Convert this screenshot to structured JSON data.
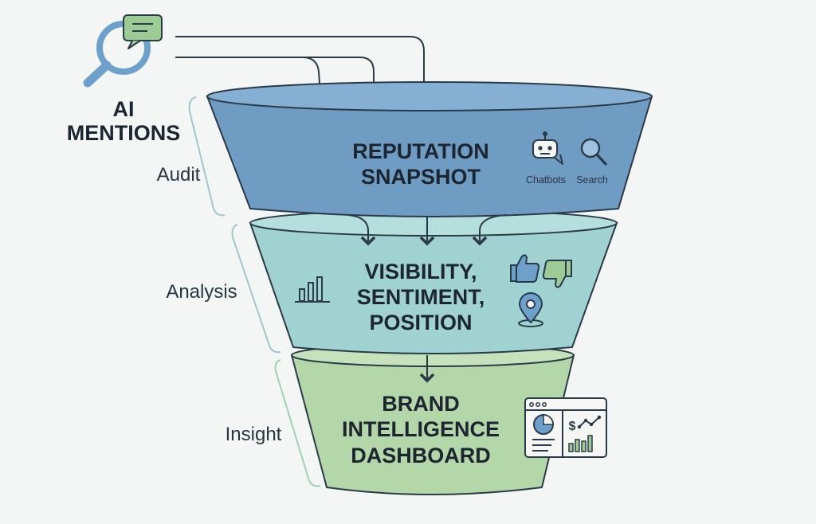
{
  "source": {
    "title_line1": "AI",
    "title_line2": "MENTIONS"
  },
  "stages": [
    {
      "side_label": "Audit",
      "title_lines": [
        "REPUTATION",
        "SNAPSHOT"
      ],
      "icon_captions": [
        "Chatbots",
        "Search"
      ]
    },
    {
      "side_label": "Analysis",
      "title_lines": [
        "VISIBILITY,",
        "SENTIMENT,",
        "POSITION"
      ]
    },
    {
      "side_label": "Insight",
      "title_lines": [
        "BRAND",
        "INTELLIGENCE",
        "DASHBOARD"
      ]
    }
  ],
  "colors": {
    "stage1": "#6f9cc3",
    "stage1_top": "#86b0d3",
    "stage2": "#9fd2d0",
    "stage2_top": "#b5dfdc",
    "stage3": "#b4d7aa",
    "stage3_top": "#c6e2bd",
    "outline": "#2b3a48",
    "accent_green": "#9ccb95",
    "accent_blue": "#6ea0cc"
  }
}
